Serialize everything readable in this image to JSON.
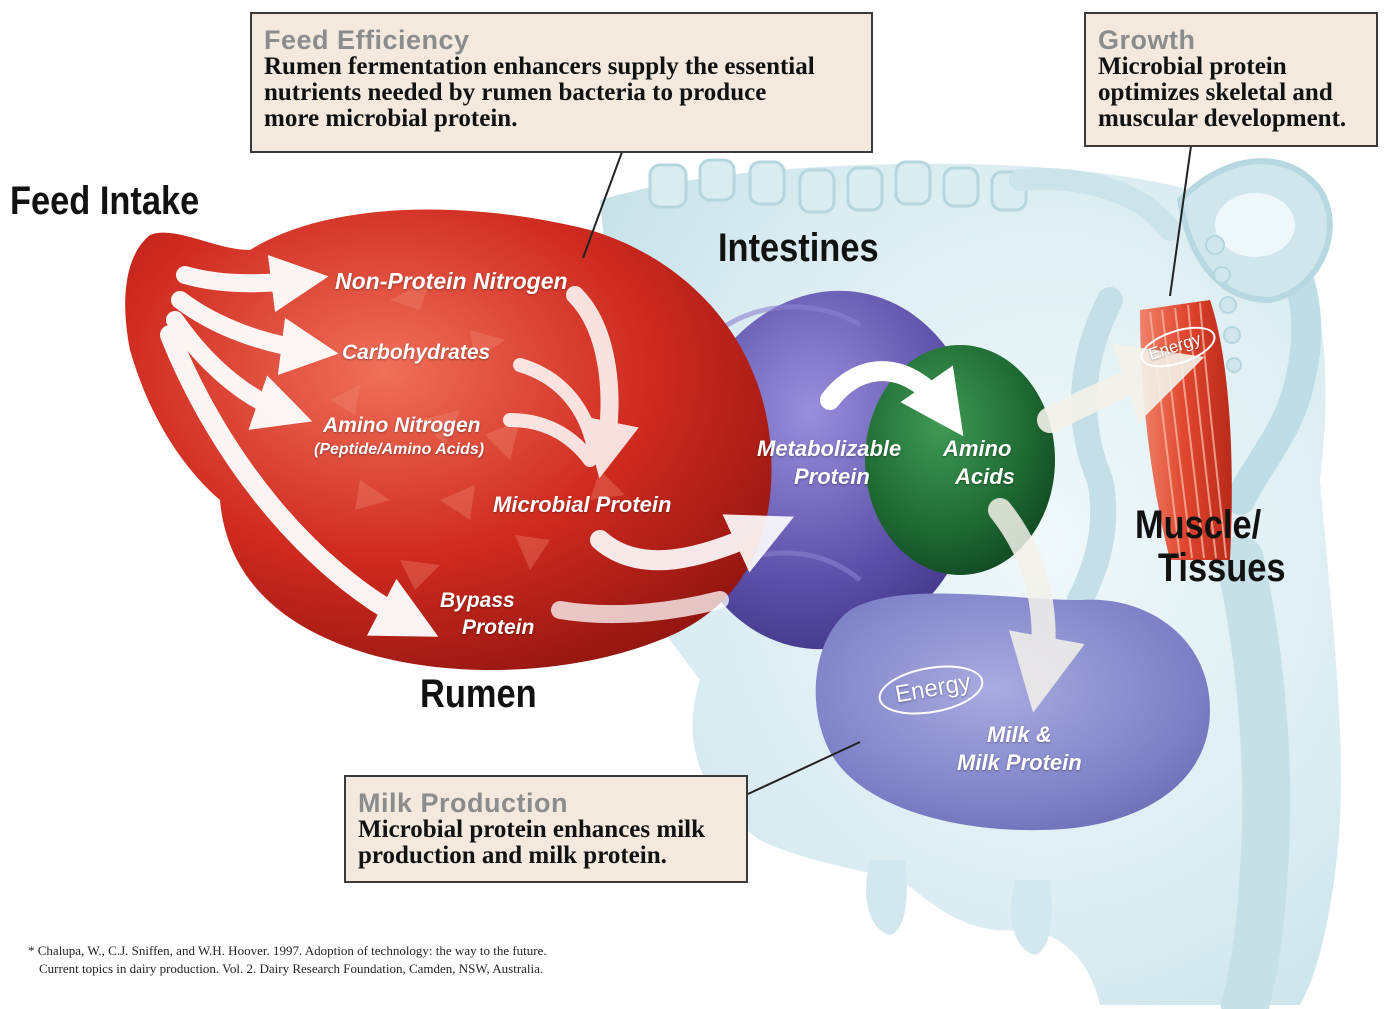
{
  "boxes": {
    "feed_efficiency": {
      "title": "Feed Efficiency",
      "lines": [
        "Rumen fermentation enhancers supply the essential",
        "nutrients needed by rumen bacteria to produce",
        "more microbial protein."
      ]
    },
    "growth": {
      "title": "Growth",
      "lines": [
        "Microbial protein",
        "optimizes skeletal and",
        "muscular development."
      ]
    },
    "milk_production": {
      "title": "Milk Production",
      "lines": [
        "Microbial protein enhances milk",
        "production and milk protein."
      ]
    }
  },
  "labels": {
    "feed_intake": "Feed Intake",
    "intestines": "Intestines",
    "rumen": "Rumen",
    "muscle_line1": "Muscle/",
    "muscle_line2": "Tissues"
  },
  "flow_labels": {
    "non_protein_nitrogen": "Non-Protein Nitrogen",
    "carbohydrates": "Carbohydrates",
    "amino_nitrogen": "Amino Nitrogen",
    "amino_nitrogen_sub": "(Peptide/Amino Acids)",
    "microbial_protein": "Microbial Protein",
    "bypass_line1": "Bypass",
    "bypass_line2": "Protein",
    "metabolizable_line1": "Metabolizable",
    "metabolizable_line2": "Protein",
    "amino_acids_line1": "Amino",
    "amino_acids_line2": "Acids",
    "milk_line1": "Milk &",
    "milk_line2": "Milk Protein",
    "energy_udder": "Energy",
    "energy_muscle": "Energy"
  },
  "citation": {
    "line1": "* Chalupa, W., C.J. Sniffen, and W.H. Hoover. 1997. Adoption of technology: the way to the future.",
    "line2": "Current topics in dairy production. Vol. 2. Dairy Research Foundation, Camden, NSW, Australia."
  },
  "colors": {
    "rumen": "#c8231c",
    "intestines": "#5b4fa0",
    "amino_acids": "#1f6b33",
    "udder": "#7f82c8",
    "muscle": "#e0452e",
    "box_bg": "#f3e9df",
    "box_title": "#8c8c8c",
    "cow_body": "#d8ecf1"
  }
}
